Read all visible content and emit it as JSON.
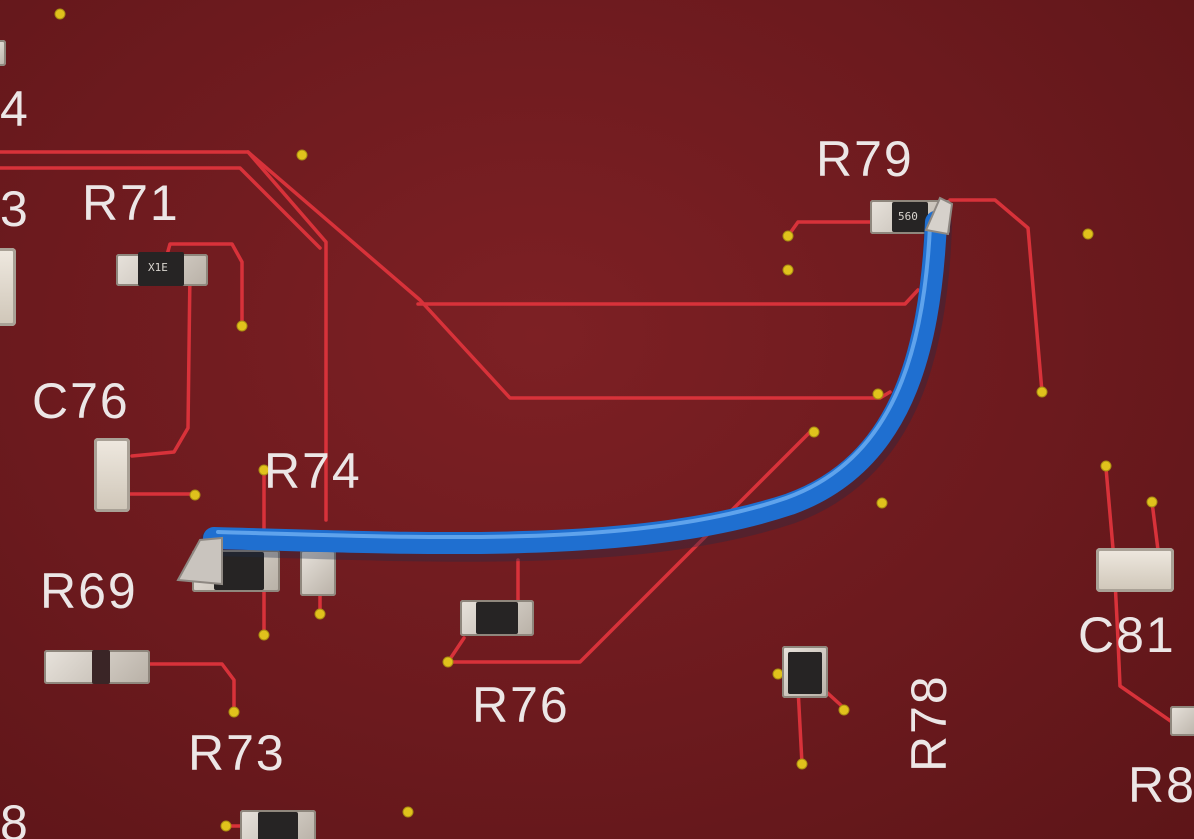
{
  "scene": {
    "description_kind": "photo",
    "colors": {
      "board": "#6e1a1d",
      "trace": "#d8323a",
      "via": "#e0c21c",
      "wire": "#1f6fd0",
      "silkscreen": "#ece6e6"
    }
  },
  "labels": {
    "r4_partial": "4",
    "r3_partial": "3",
    "r71": "R71",
    "r79": "R79",
    "c76": "C76",
    "r74": "R74",
    "r69": "R69",
    "r73": "R73",
    "r76": "R76",
    "r78": "R78",
    "c81": "C81",
    "r8_partial": "R8",
    "r8_bottom_partial": "8"
  },
  "markings": {
    "r71_marking": "X1E",
    "r79_marking": "560"
  }
}
